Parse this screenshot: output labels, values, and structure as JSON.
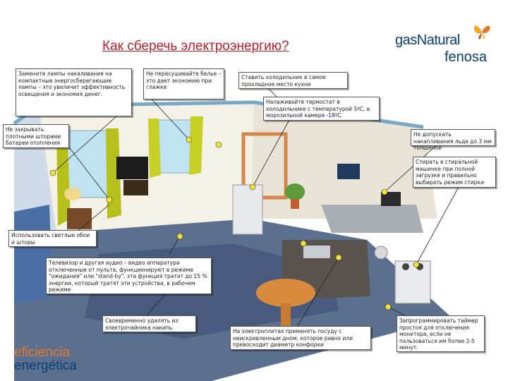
{
  "title": "Как сберечь электроэнергию?",
  "brand": {
    "line1": "gasNatural",
    "line2": "fenosa",
    "icon": "butterfly-icon",
    "color": "#0a3f73",
    "accent": "#f5a623"
  },
  "footer": {
    "line1": "eficiencia",
    "line2": "energética",
    "color1": "#e8782a",
    "color2": "#0a3f73"
  },
  "tips": {
    "lamps": "Замените лампы накаливания на компактные энергосберегающие лампы – это увеличит эффективность освещения и экономия денег.",
    "ironing": "Не пересушивайте белье – это дает экономию при глажке",
    "fridge_place": "Ставить холодильник в самое прохладное место кухни",
    "thermostat": "Налаживайте термостат в холодильнике с температурой 5ºС, в морозильной камере -18ºС.",
    "curtains": "Не закрывать плотными шторами батареи отопления",
    "ice": "Не допускать накапливания льда до 3 мм толщиной",
    "washing": "Стирать в стиральной машинке при полной загрузке и правильно выбирать режим стирки",
    "light_walls": "Использовать светлые обои и шторы",
    "standby": "Телевизор и другая аудио – видео аппаратура отключенные от пульта, функционируют в режиме \"ожидания\" или \"stand-by\", эта функция тратит до 15 % энергии, который тратят эти устройства, в рабочем режиме",
    "kettle": "Своевременно удалять из электрочайника накипь",
    "stove": "На электроплитах применять посуду с неискривленным дном, которое равно или превосходит диаметр конфорки",
    "monitor": "Запрограммировать таймер простоя для отключения монитора, если не пользоваться им более 2-5 минут."
  }
}
